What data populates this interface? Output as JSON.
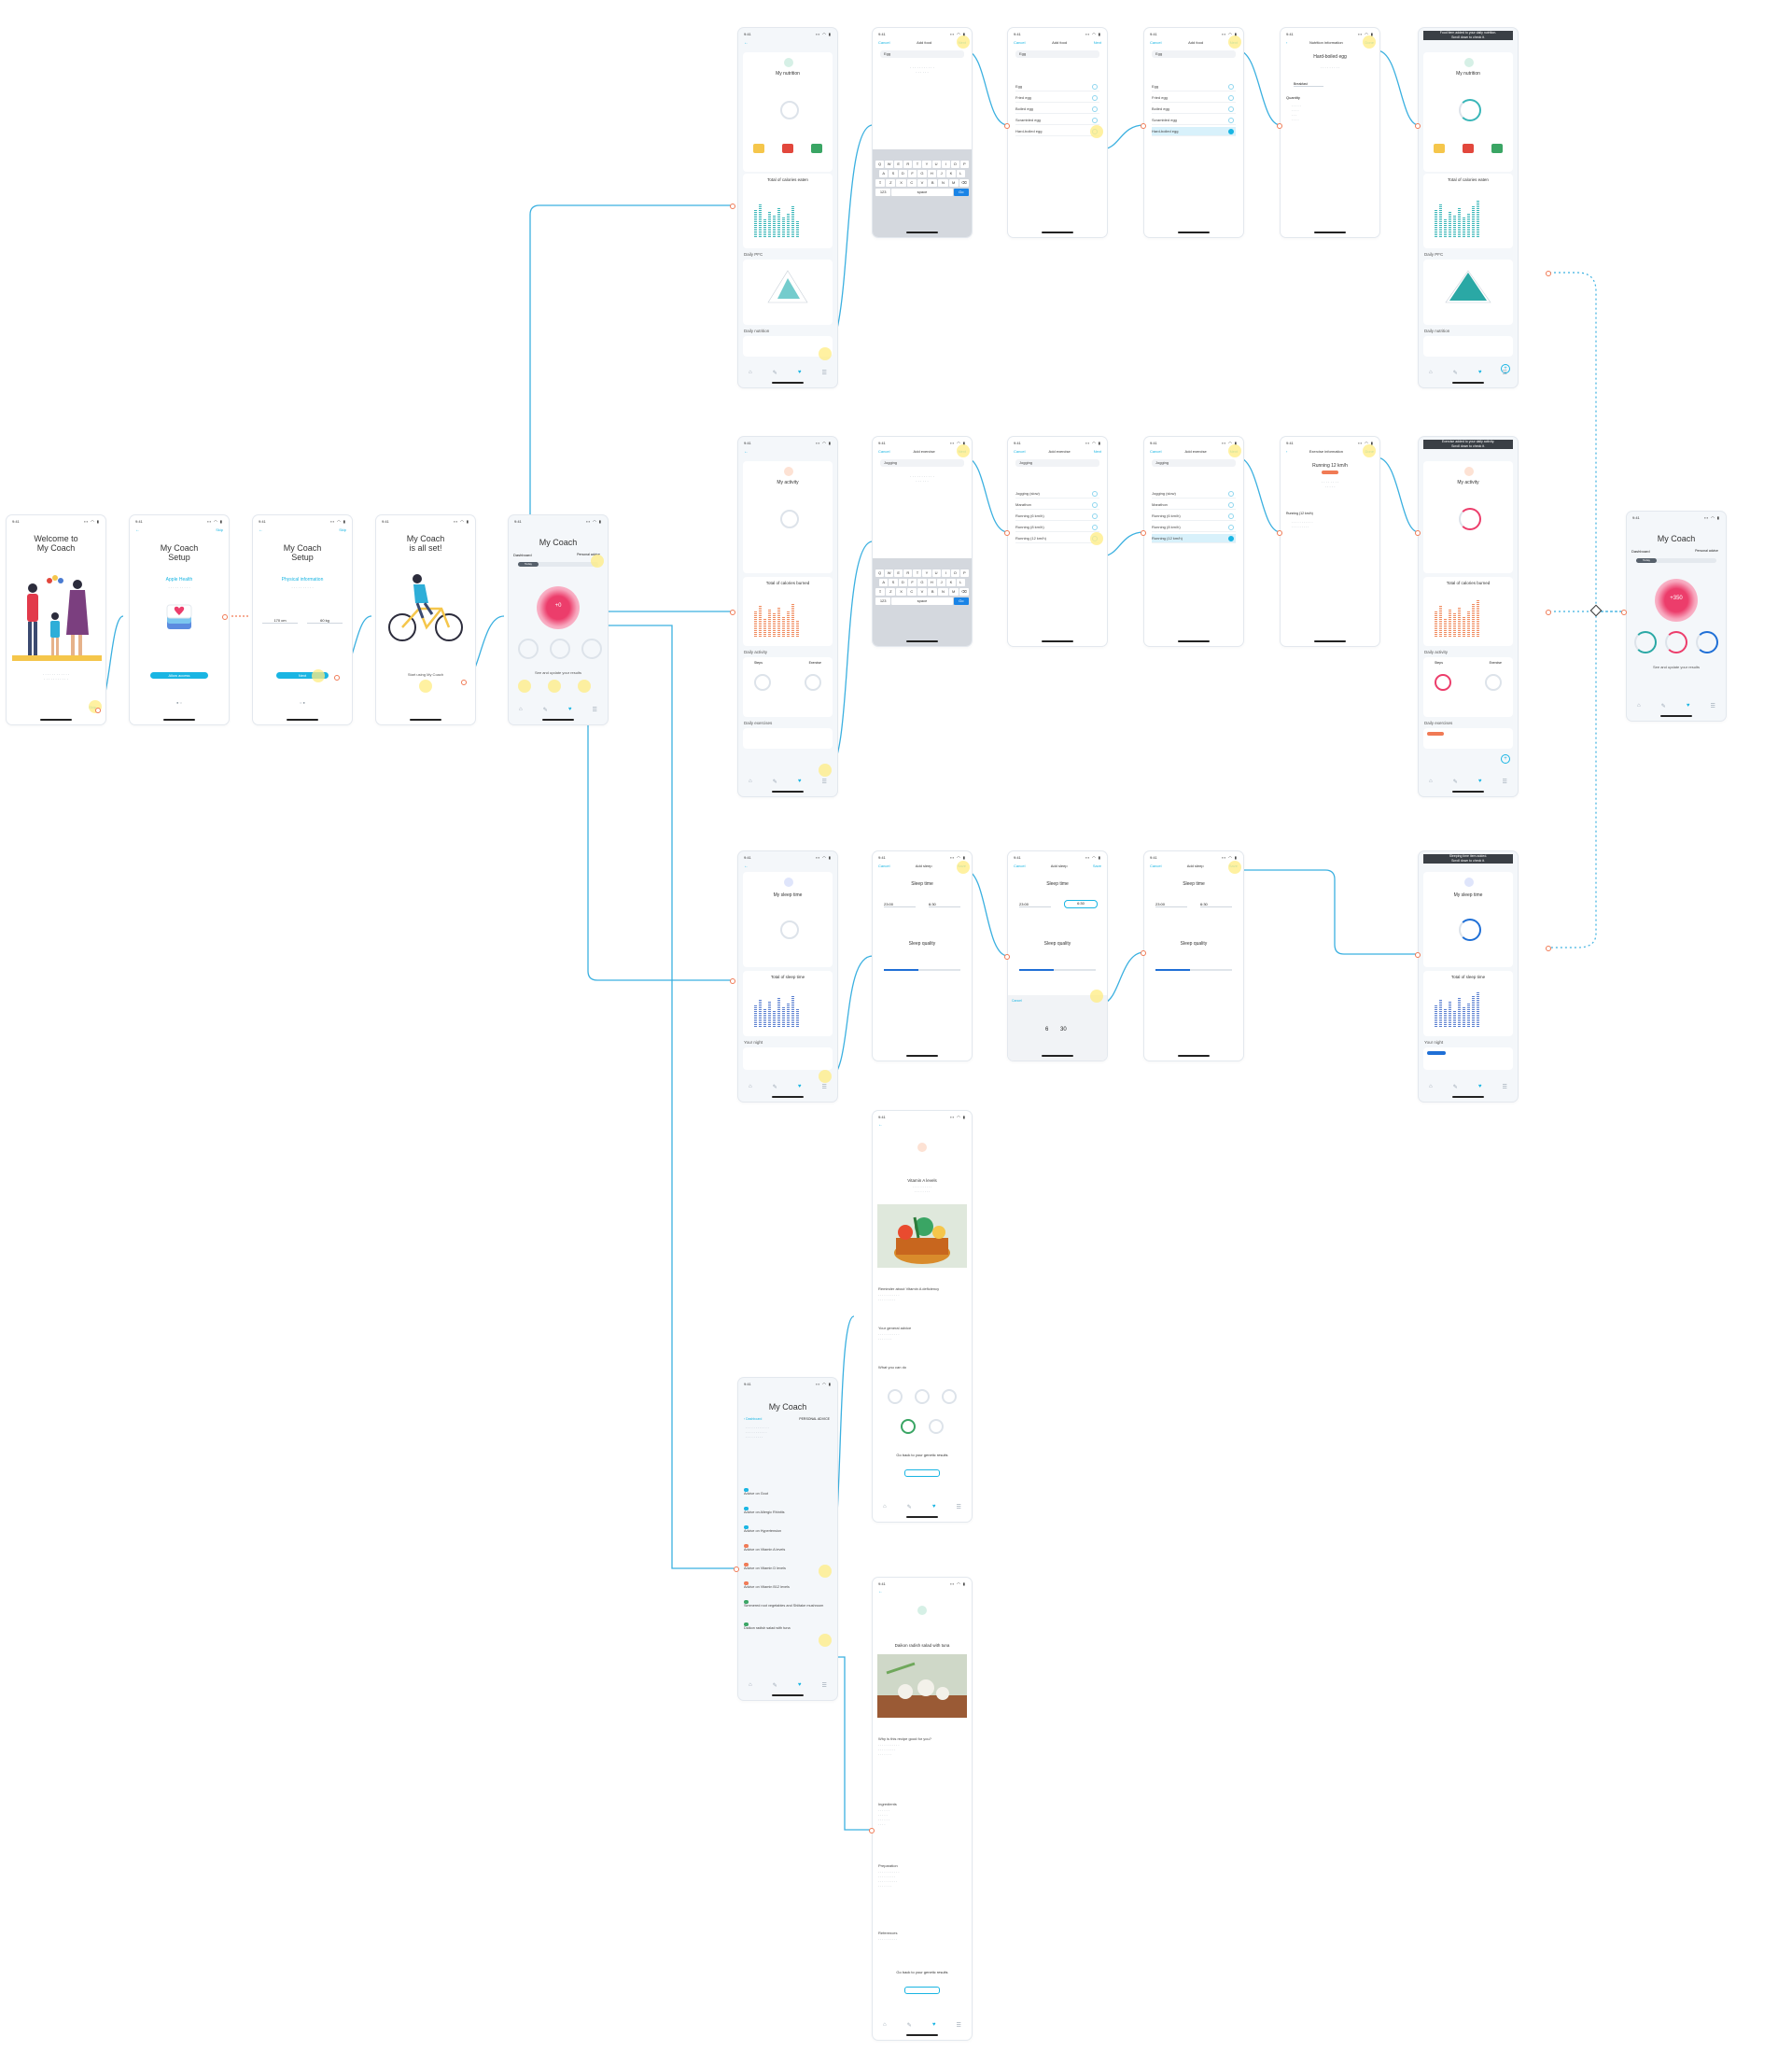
{
  "status_time": "9:41",
  "common": {
    "cancel": "Cancel",
    "next": "Next",
    "done": "Done",
    "save": "Save"
  },
  "onboarding": {
    "welcome_title": "Welcome to\nMy Coach",
    "skip": "Skip",
    "setup_title": "My Coach\nSetup",
    "apple_health": "Apple Health",
    "allow_access": "Allow access",
    "physical_info": "Physical information",
    "height_value": "170 cm",
    "weight_value": "60 kg",
    "next_button": "Next",
    "all_set_title": "My Coach\nis all set!",
    "start_label": "Start using My Coach"
  },
  "dashboard": {
    "title": "My Coach",
    "subtitle": "Dashboard",
    "personal_advice": "Personal advice",
    "today": "Today",
    "score_initial": "+0",
    "score_final": "+350",
    "see_update": "See and update your results"
  },
  "nutrition": {
    "title": "My nutrition",
    "total_calories_eaten": "Total of calories eaten",
    "daily_pfc": "Daily PFC",
    "daily_nutrition": "Daily nutrition",
    "add_food": "Add food",
    "search_value": "Egg",
    "items": [
      "Egg",
      "Fried egg",
      "Boiled egg",
      "Scrambled egg",
      "Hard-boiled egg"
    ],
    "selected_item": "Hard-boiled egg",
    "info_title": "Nutrition information",
    "quantity": "Quantity",
    "breakfast": "Breakfast",
    "toast": "Food item added to your daily nutrition.\nScroll down to check it."
  },
  "activity": {
    "title": "My activity",
    "total_calories_burned": "Total of calories burned",
    "daily_activity": "Daily activity",
    "daily_exercises": "Daily exercises",
    "steps": "Steps",
    "exercise": "Exercise",
    "add_exercise": "Add exercise",
    "search_value": "Jogging",
    "items": [
      "Jogging (slow)",
      "Marathon",
      "Running (6 km/h)",
      "Running (8 km/h)",
      "Running (12 km/h)"
    ],
    "selected_item": "Running (12 km/h)",
    "info_title": "Exercise information",
    "info_item": "Running 12 km/h",
    "toast": "Exercise added to your daily activity.\nScroll down to check it."
  },
  "sleep": {
    "title": "My sleep time",
    "total_sleep_time": "Total of sleep time",
    "your_night": "Your night",
    "add_sleep": "Add sleep",
    "sleep_time": "Sleep time",
    "sleep_quality": "Sleep quality",
    "bed_time": "23:00",
    "wake_time": "6:30",
    "picker_hour": "6",
    "picker_min": "30",
    "toast": "Sleeping time item added.\nScroll down to check it."
  },
  "advice": {
    "title": "My Coach",
    "back": "Dashboard",
    "header": "PERSONAL ADVICE",
    "items": [
      "Advice on Gout",
      "Advice on Allergic Rhinitis",
      "Advice on Hypertension",
      "Advice on Vitamin A levels",
      "Advice on Vitamin D levels",
      "Advice on Vitamin B12 levels",
      "Simmered root vegetables and Shiitake mushroom",
      "Daikon radish salad with tuna"
    ]
  },
  "vitamin": {
    "tagline": "Vitamin A levels",
    "reminder": "Reminder about Vitamin A deficiency",
    "general_advice": "Your general advice",
    "what_you_can_do": "What you can do",
    "go_back": "Go back to your genetic results"
  },
  "recipe": {
    "title": "Daikon radish salad with tuna",
    "why": "Why is this recipe good for you?",
    "ingredients": "Ingredients",
    "preparation": "Preparation",
    "references": "References",
    "go_back": "Go back to your genetic results"
  },
  "colors": {
    "accent": "#19b5e3",
    "flow_line": "#3bb0e0",
    "score_red": "#ec3d6b",
    "orange": "#f07a55",
    "teal": "#2aa8a5"
  }
}
